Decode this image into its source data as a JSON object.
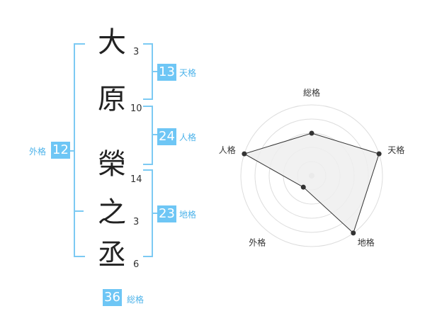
{
  "name": {
    "chars": [
      {
        "char": "大",
        "strokes": "3"
      },
      {
        "char": "原",
        "strokes": "10"
      },
      {
        "char": "榮",
        "strokes": "14"
      },
      {
        "char": "之",
        "strokes": "3"
      },
      {
        "char": "丞",
        "strokes": "6"
      }
    ]
  },
  "fortune": {
    "tenkaku": {
      "value": "13",
      "label": "天格"
    },
    "jinkaku": {
      "value": "24",
      "label": "人格"
    },
    "chikaku": {
      "value": "23",
      "label": "地格"
    },
    "gaikaku": {
      "value": "12",
      "label": "外格"
    },
    "soukaku": {
      "value": "36",
      "label": "総格"
    }
  },
  "chart_data": {
    "type": "radar",
    "axes": [
      "総格",
      "天格",
      "地格",
      "外格",
      "人格"
    ],
    "values": [
      3,
      5,
      5,
      1,
      5
    ],
    "max": 5,
    "rings": 5,
    "fill_color": "#eeeeee",
    "line_color": "#333333"
  }
}
